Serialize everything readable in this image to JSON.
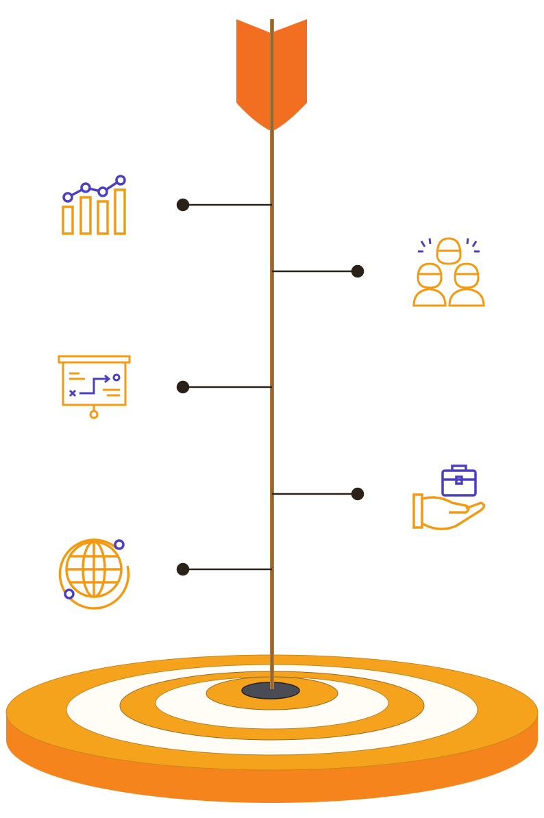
{
  "colors": {
    "orange": "#f39a12",
    "arrow_orange": "#f26f22",
    "purple": "#4a3fbf",
    "line": "#2a2118",
    "shaft": "#b07a3a",
    "bullseye": "#4a4c55"
  },
  "items": [
    {
      "icon": "growth-chart-icon",
      "side": "left"
    },
    {
      "icon": "team-icon",
      "side": "right"
    },
    {
      "icon": "strategy-board-icon",
      "side": "left"
    },
    {
      "icon": "hand-briefcase-icon",
      "side": "right"
    },
    {
      "icon": "globe-icon",
      "side": "left"
    }
  ]
}
